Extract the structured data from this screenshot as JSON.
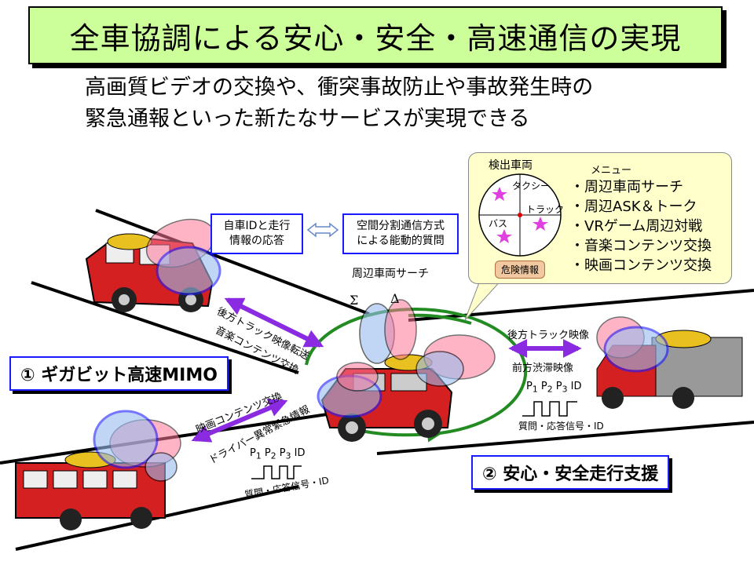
{
  "title": "全車協調による安心・安全・高速通信の実現",
  "subtitle": "高画質ビデオの交換や、衝突事故防止や事故発生時の\n緊急通報といった新たなサービスが実現できる",
  "boxes": {
    "self_id": "自車IDと走行\n情報の応答",
    "spatial": "空間分割通信方式\nによる能動的質問"
  },
  "nearby_search": "周辺車両サーチ",
  "symbols": {
    "sigma": "Σ",
    "delta": "Δ"
  },
  "menu": {
    "detect_label": "検出車両",
    "title": "メニュー",
    "radar_labels": {
      "taxi": "タクシー",
      "truck": "トラック",
      "bus": "バス"
    },
    "danger": "危険情報",
    "items": [
      "・周辺車両サーチ",
      "・周辺ASK＆トーク",
      "・VRゲーム周辺対戦",
      "・音楽コンテンツ交換",
      "・映画コンテンツ交換"
    ]
  },
  "arrows": {
    "rear_track_transfer": "後方トラック映像転送",
    "music_exchange": "音楽コンテンツ交換",
    "movie_exchange": "映画コンテンツ交換",
    "driver_emergency": "ドライバー異常緊急情報",
    "rear_track_video": "後方トラック映像",
    "front_congestion": "前方渋滞映像"
  },
  "signals": {
    "p_labels": [
      "P",
      "P",
      "P"
    ],
    "subscripts": [
      "1",
      "2",
      "3"
    ],
    "id": "ID",
    "caption": "質問・応答信号・ID"
  },
  "labels": {
    "gigabit": "① ギガビット高速MIMO",
    "safe": "② 安心・安全走行支援"
  },
  "colors": {
    "title_bg": "#ccff99",
    "box_border": "#1a1aff",
    "arrow": "#8a2be2",
    "beam_red": "#ff7799",
    "beam_blue": "#99bbee",
    "circle_green": "#228b22",
    "menu_bg": "#ffffcc",
    "star": "#e040e0"
  }
}
